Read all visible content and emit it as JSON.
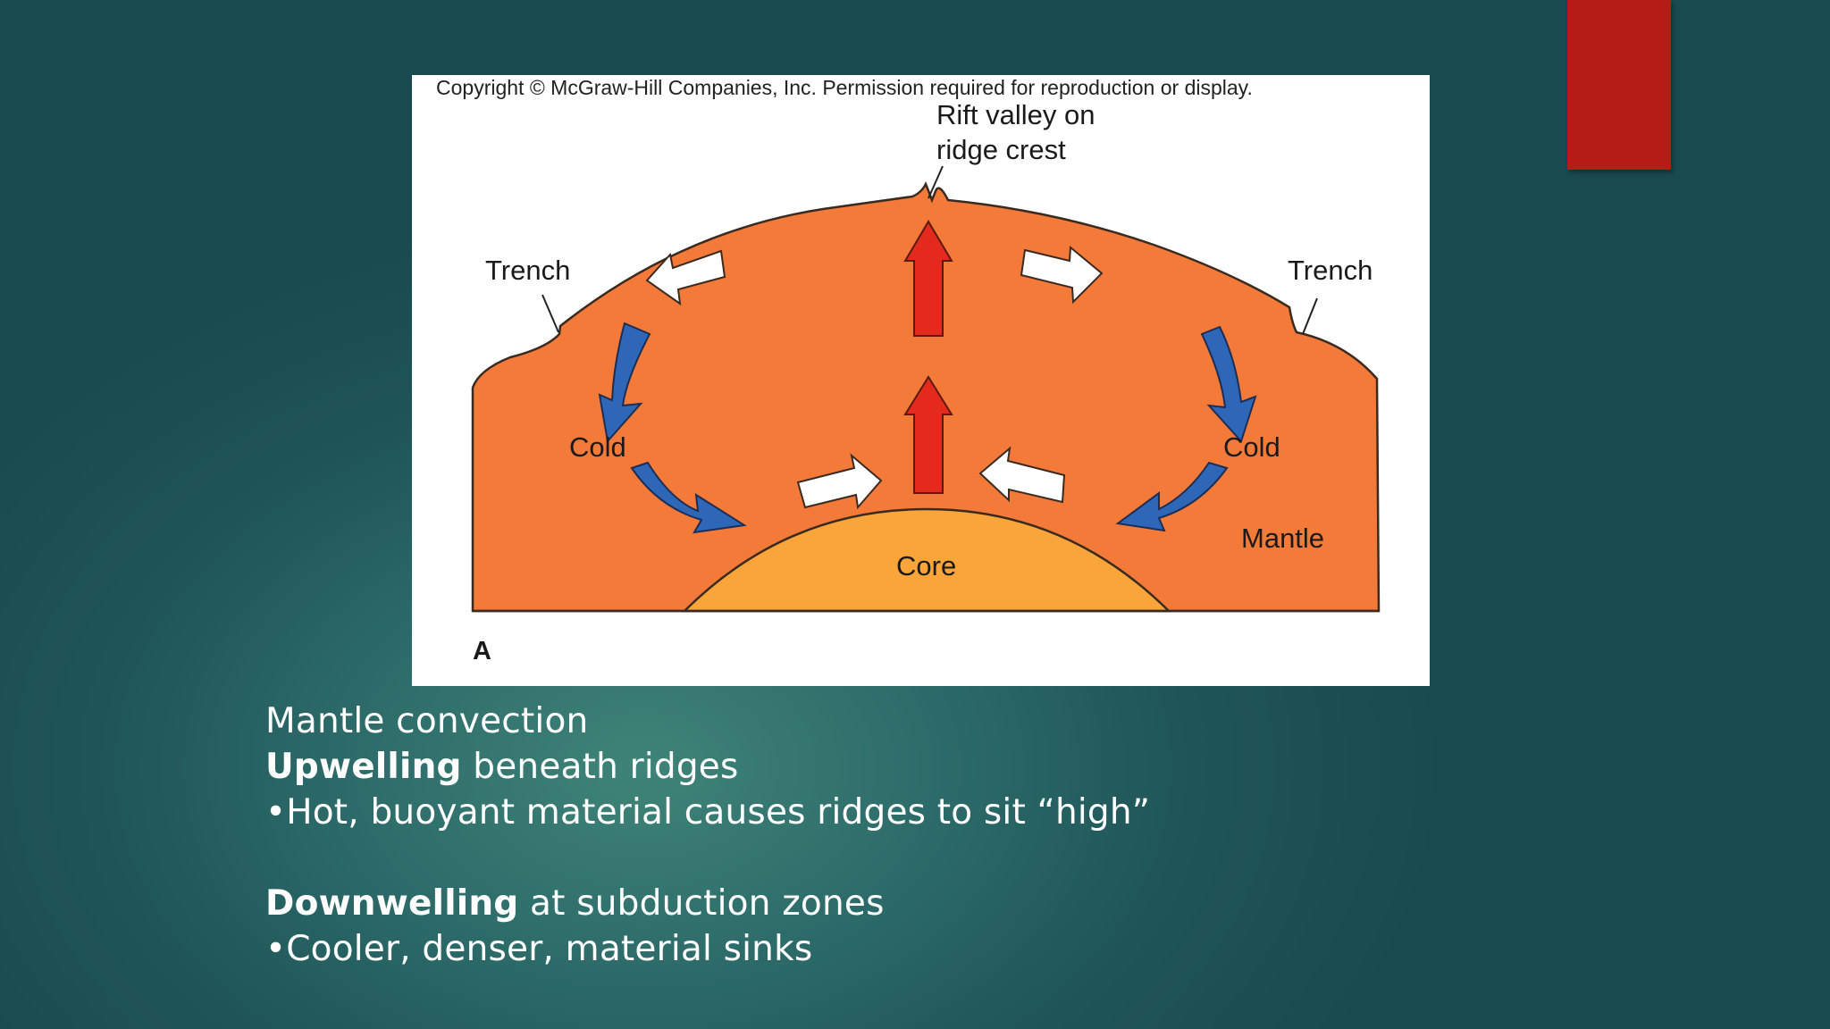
{
  "slide": {
    "accent_color": "#b51c16",
    "background_color": "#2c6a69"
  },
  "figure": {
    "copyright": "Copyright © McGraw-Hill Companies, Inc. Permission required for reproduction or display.",
    "labels": {
      "rift_line1": "Rift valley on",
      "rift_line2": "ridge crest",
      "trench_left": "Trench",
      "trench_right": "Trench",
      "cold_left": "Cold",
      "cold_right": "Cold",
      "core": "Core",
      "mantle": "Mantle",
      "panel_letter": "A"
    },
    "colors": {
      "mantle": "#f47a3a",
      "core": "#f9a53a",
      "hot_arrow": "#e32a1c",
      "cold_arrow": "#2f67b8",
      "flow_arrow": "#ffffff"
    }
  },
  "text": {
    "line1": "Mantle convection",
    "line2_bold": "Upwelling",
    "line2_rest": " beneath ridges",
    "line3": "•Hot, buoyant material causes ridges to sit “high”",
    "line4_bold": "Downwelling",
    "line4_rest": " at subduction zones",
    "line5": "•Cooler, denser, material sinks"
  }
}
